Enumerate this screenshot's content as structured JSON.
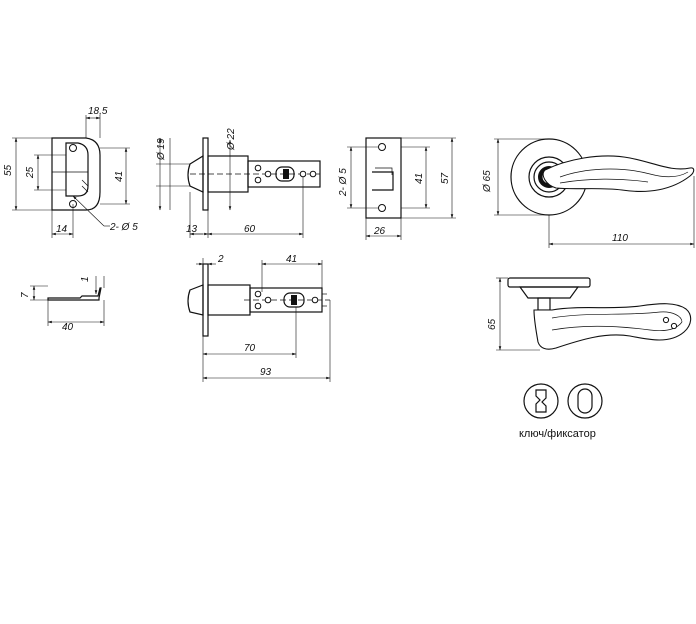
{
  "strike_plate_front": {
    "d1": "18,5",
    "d2": "55",
    "d3": "25",
    "d4": "41",
    "d5": "14",
    "d6": "2- Ø 5"
  },
  "strike_plate_side": {
    "d1": "7",
    "d2": "1",
    "d3": "40"
  },
  "latch_top": {
    "d1": "Ø 19",
    "d2": "Ø 22",
    "d3": "13",
    "d4": "60"
  },
  "latch_bottom": {
    "d1": "2",
    "d2": "41",
    "d3": "70",
    "d4": "93"
  },
  "latch_faceplate": {
    "d1": "2- Ø 5",
    "d2": "41",
    "d3": "57",
    "d4": "26"
  },
  "handle_front": {
    "d1": "Ø 65",
    "d2": "110"
  },
  "handle_side": {
    "d1": "65"
  },
  "thumbturn": {
    "caption": "ключ/фиксатор"
  }
}
